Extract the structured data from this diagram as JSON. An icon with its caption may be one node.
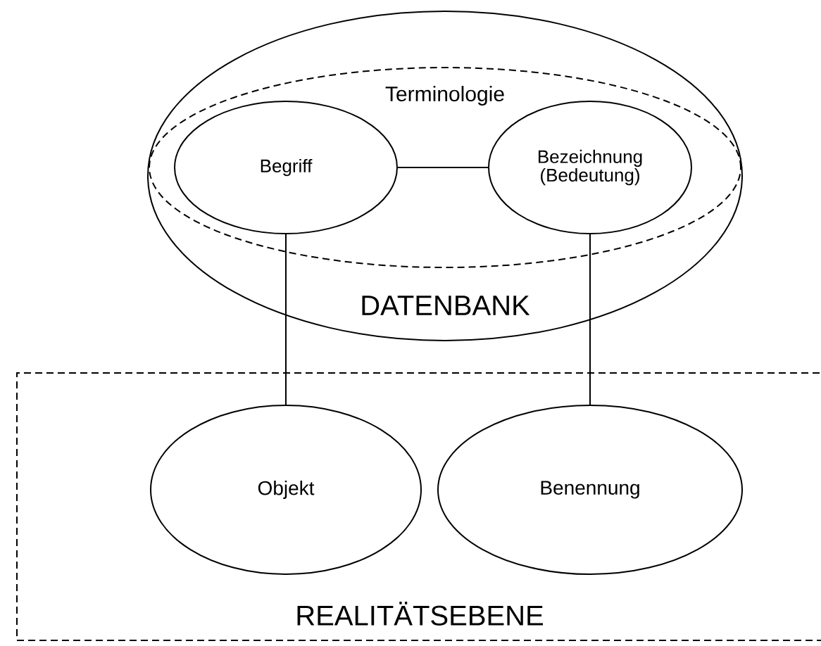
{
  "diagram": {
    "nodes": [
      {
        "text": [
          "DATENBANK"
        ]
      },
      {
        "text": [
          "Terminologie"
        ],
        "in": 0
      },
      {
        "text": [
          "Begriff"
        ],
        "in": 1
      },
      {
        "text": [
          "Bezeichnung (Bedeutung)"
        ],
        "in": 1
      },
      {
        "text": [
          "REALITÄTSEBENE"
        ]
      },
      {
        "text": [
          "Objekt"
        ],
        "in": 4
      },
      {
        "text": [
          "Benennung"
        ],
        "in": 4
      }
    ],
    "edges": [
      {
        "from": 2,
        "to": 3,
        "arrow": "none"
      },
      {
        "from": 2,
        "to": 5,
        "arrow": "none"
      },
      {
        "from": 3,
        "to": 6,
        "arrow": "none"
      }
    ]
  }
}
